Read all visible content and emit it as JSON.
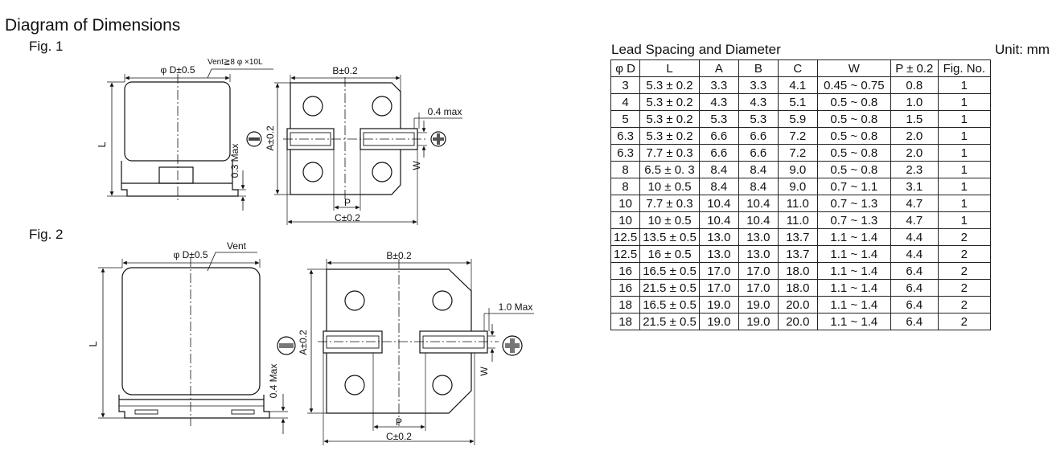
{
  "page": {
    "title": "Diagram of Dimensions",
    "fig1_label": "Fig. 1",
    "fig2_label": "Fig. 2"
  },
  "fig1": {
    "phi_d": "φ D±0.5",
    "vent": "Vent≧8 φ ×10L",
    "b": "B±0.2",
    "l": "L",
    "a": "A±0.2",
    "max_03": "0.3 Max",
    "max_04": "0.4 max",
    "w": "W",
    "p": "P",
    "c": "C±0.2"
  },
  "fig2": {
    "phi_d": "φ D±0.5",
    "vent": "Vent",
    "b": "B±0.2",
    "l": "L",
    "a": "A±0.2",
    "max_04": "0.4 Max",
    "max_10": "1.0 Max",
    "w": "W",
    "p": "P",
    "c": "C±0.2"
  },
  "table": {
    "title": "Lead Spacing and Diameter",
    "unit": "Unit: mm",
    "headers": [
      "φ D",
      "L",
      "A",
      "B",
      "C",
      "W",
      "P ± 0.2",
      "Fig. No."
    ],
    "rows": [
      [
        "3",
        "5.3 ± 0.2",
        "3.3",
        "3.3",
        "4.1",
        "0.45 ~ 0.75",
        "0.8",
        "1"
      ],
      [
        "4",
        "5.3 ± 0.2",
        "4.3",
        "4.3",
        "5.1",
        "0.5 ~ 0.8",
        "1.0",
        "1"
      ],
      [
        "5",
        "5.3 ± 0.2",
        "5.3",
        "5.3",
        "5.9",
        "0.5 ~ 0.8",
        "1.5",
        "1"
      ],
      [
        "6.3",
        "5.3 ± 0.2",
        "6.6",
        "6.6",
        "7.2",
        "0.5 ~ 0.8",
        "2.0",
        "1"
      ],
      [
        "6.3",
        "7.7 ± 0.3",
        "6.6",
        "6.6",
        "7.2",
        "0.5 ~ 0.8",
        "2.0",
        "1"
      ],
      [
        "8",
        "6.5 ± 0. 3",
        "8.4",
        "8.4",
        "9.0",
        "0.5 ~ 0.8",
        "2.3",
        "1"
      ],
      [
        "8",
        "10 ± 0.5",
        "8.4",
        "8.4",
        "9.0",
        "0.7 ~ 1.1",
        "3.1",
        "1"
      ],
      [
        "10",
        "7.7 ± 0.3",
        "10.4",
        "10.4",
        "11.0",
        "0.7 ~ 1.3",
        "4.7",
        "1"
      ],
      [
        "10",
        "10 ± 0.5",
        "10.4",
        "10.4",
        "11.0",
        "0.7 ~ 1.3",
        "4.7",
        "1"
      ],
      [
        "12.5",
        "13.5 ± 0.5",
        "13.0",
        "13.0",
        "13.7",
        "1.1 ~ 1.4",
        "4.4",
        "2"
      ],
      [
        "12.5",
        "16 ± 0.5",
        "13.0",
        "13.0",
        "13.7",
        "1.1 ~ 1.4",
        "4.4",
        "2"
      ],
      [
        "16",
        "16.5 ± 0.5",
        "17.0",
        "17.0",
        "18.0",
        "1.1 ~ 1.4",
        "6.4",
        "2"
      ],
      [
        "16",
        "21.5 ± 0.5",
        "17.0",
        "17.0",
        "18.0",
        "1.1 ~ 1.4",
        "6.4",
        "2"
      ],
      [
        "18",
        "16.5 ± 0.5",
        "19.0",
        "19.0",
        "20.0",
        "1.1 ~ 1.4",
        "6.4",
        "2"
      ],
      [
        "18",
        "21.5 ± 0.5",
        "19.0",
        "19.0",
        "20.0",
        "1.1 ~ 1.4",
        "6.4",
        "2"
      ]
    ]
  }
}
